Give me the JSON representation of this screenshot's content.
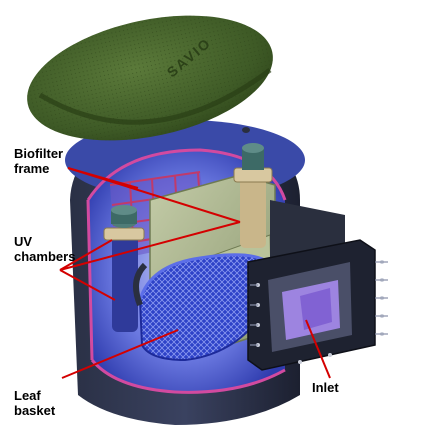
{
  "labels": {
    "biofilter": "Biofilter\nframe",
    "uv": "UV\nchambers",
    "leaf": "Leaf\nbasket",
    "inlet": "Inlet"
  },
  "lid": {
    "brand": "SAVIO"
  },
  "colors": {
    "lid": "#3e5a26",
    "body_dark": "#1f2330",
    "body_inner_blue": "#3b4dc9",
    "frame_green": "#a8b48a",
    "cut_edge_pink": "#d24aa0",
    "basket_blue": "#3a4fd6",
    "callout_line": "#d40000",
    "uv_cap": "#3d6a66"
  }
}
